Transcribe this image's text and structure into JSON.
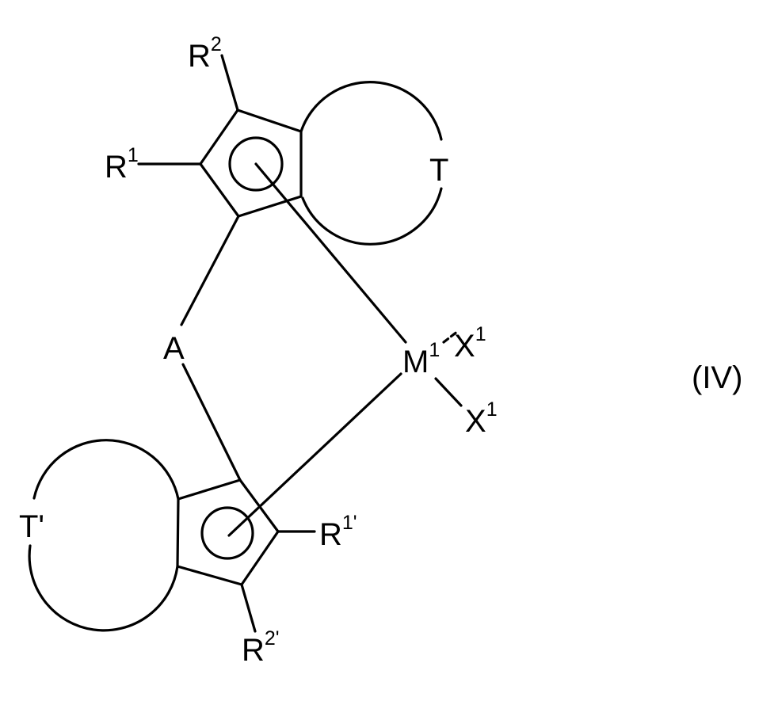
{
  "diagram": {
    "type": "chemical-structure",
    "formula_number": "(IV)",
    "labels": {
      "R2": {
        "main": "R",
        "sup": "2"
      },
      "R1": {
        "main": "R",
        "sup": "1"
      },
      "T": "T",
      "A": "A",
      "M1": {
        "main": "M",
        "sup": "1"
      },
      "X1_upper": {
        "main": "X",
        "sup": "1"
      },
      "X1_lower": {
        "main": "X",
        "sup": "1"
      },
      "T_prime": "T'",
      "R1_prime": {
        "main": "R",
        "sup": "1'"
      },
      "R2_prime": {
        "main": "R",
        "sup": "2'"
      }
    }
  }
}
